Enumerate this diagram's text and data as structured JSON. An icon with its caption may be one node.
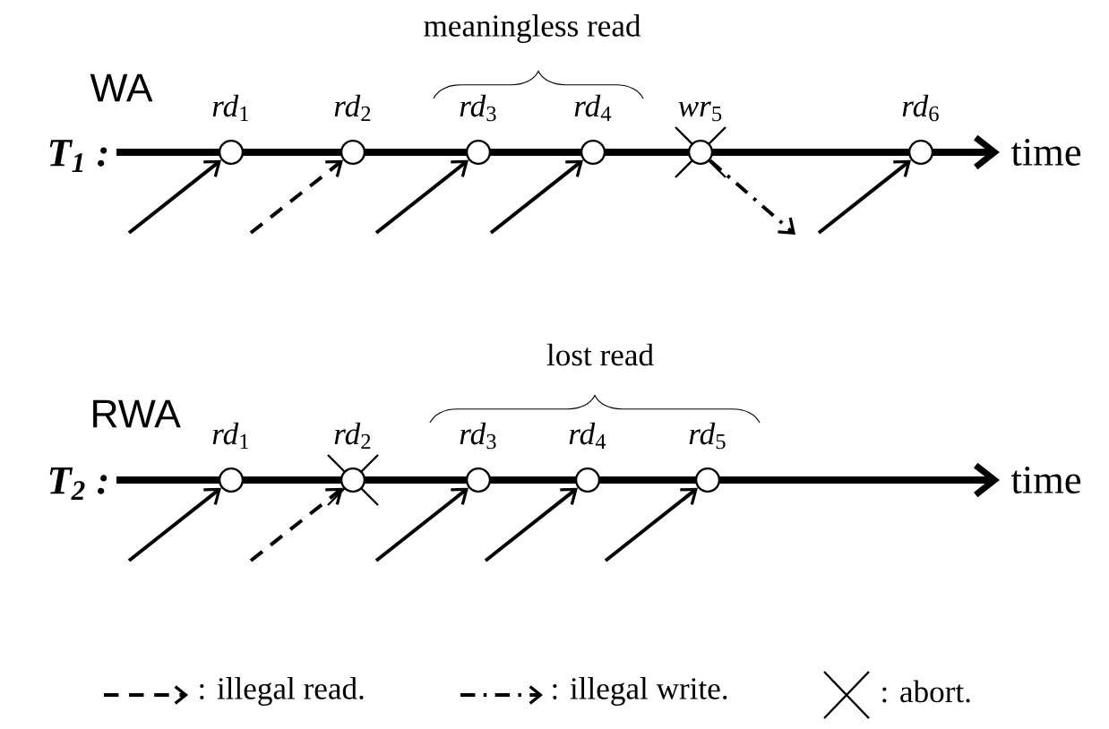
{
  "diagram": {
    "nodes": [
      {
        "text": [
          "*rd*$_{1}$"
        ]
      },
      {
        "text": [
          "*rd*$_{2}$"
        ]
      },
      {
        "text": [
          "*rd*$_{3}$"
        ]
      },
      {
        "text": [
          "*rd*$_{4}$"
        ]
      },
      {
        "text": [
          "*wr*$_{5}$"
        ]
      },
      {
        "text": [
          "*rd*$_{6}$"
        ]
      },
      {
        "text": [
          "*rd*$_{1}$"
        ]
      },
      {
        "text": [
          "*rd*$_{2}$"
        ]
      },
      {
        "text": [
          "*rd*$_{3}$"
        ]
      },
      {
        "text": [
          "*rd*$_{4}$"
        ]
      },
      {
        "text": [
          "*rd*$_{5}$"
        ]
      }
    ],
    "edges": [
      {
        "from": null,
        "to": 0,
        "arrow": "to"
      },
      {
        "from": null,
        "to": 1,
        "arrow": "to",
        "style": "dashed"
      },
      {
        "from": null,
        "to": 2,
        "arrow": "to"
      },
      {
        "from": null,
        "to": 3,
        "arrow": "to"
      },
      {
        "from": 4,
        "to": null,
        "arrow": "to",
        "style": "dashed"
      },
      {
        "from": null,
        "to": 5,
        "arrow": "to"
      },
      {
        "from": null,
        "to": 6,
        "arrow": "to"
      },
      {
        "from": null,
        "to": 7,
        "arrow": "to",
        "style": "dashed"
      },
      {
        "from": null,
        "to": 8,
        "arrow": "to"
      },
      {
        "from": null,
        "to": 9,
        "arrow": "to"
      },
      {
        "from": null,
        "to": 10,
        "arrow": "to"
      }
    ],
    "labels": [
      "meaningless read",
      "WA",
      "T$_{1}$ :",
      "time",
      "lost read",
      "RWA",
      "T$_{2}$ :",
      "time"
    ],
    "legend": [
      {
        "text": ": illegal read."
      },
      {
        "text": ": illegal write."
      },
      {
        "text": ": abort."
      }
    ]
  }
}
